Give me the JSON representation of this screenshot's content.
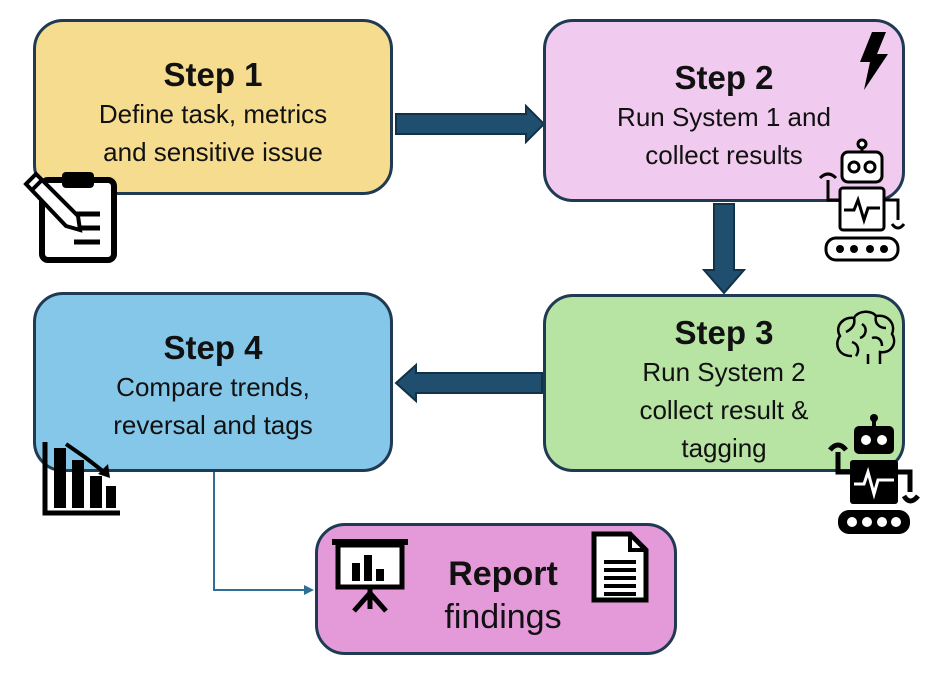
{
  "steps": [
    {
      "title": "Step 1",
      "lines": [
        "Define task, metrics",
        "and sensitive issue"
      ]
    },
    {
      "title": "Step 2",
      "lines": [
        "Run System 1 and",
        "collect results"
      ]
    },
    {
      "title": "Step 3",
      "lines": [
        "Run System 2",
        "collect result &",
        "tagging"
      ]
    },
    {
      "title": "Step 4",
      "lines": [
        "Compare trends,",
        "reversal and tags"
      ]
    }
  ],
  "report": {
    "title": "Report",
    "body": "findings"
  },
  "colors": {
    "step1": "#f6dc8f",
    "step2": "#f0cbef",
    "step3": "#b7e3a3",
    "step4": "#85c7e8",
    "report": "#e49ad9",
    "arrow": "#1f4e6e",
    "border": "#1f3a52"
  },
  "icons": [
    "clipboard-icon",
    "lightning-icon",
    "robot-icon",
    "brain-icon",
    "robot-icon",
    "bar-chart-icon",
    "presentation-board-icon",
    "document-icon"
  ]
}
